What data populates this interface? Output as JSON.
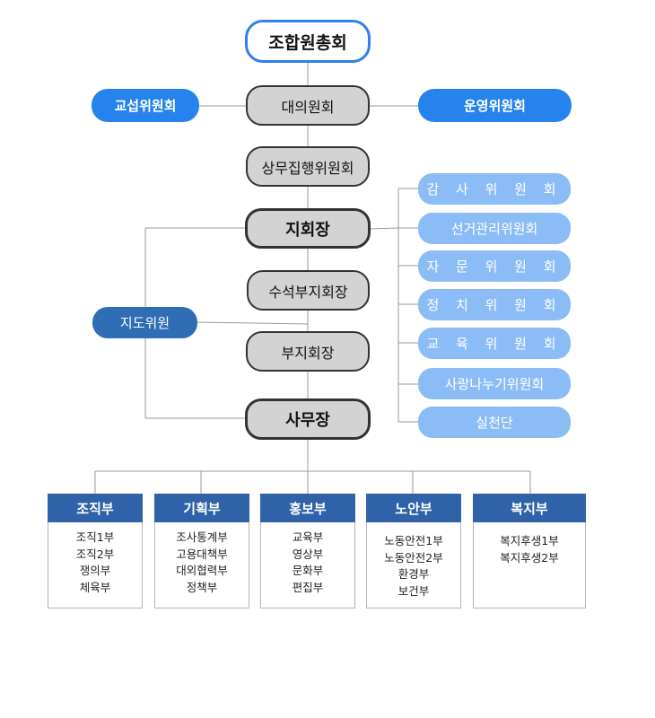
{
  "chart": {
    "top": "조합원총회",
    "delegates": "대의원회",
    "bargaining": "교섭위원회",
    "operations": "운영위원회",
    "standing_exec": "상무집행위원회",
    "branch_chief": "지회장",
    "senior_vice": "수석부지회장",
    "vice": "부지회장",
    "secretary_general": "사무장",
    "guidance": "지도위원",
    "committees": [
      "감 사 위 원 회",
      "선거관리위원회",
      "자 문 위 원 회",
      "정 치 위 원 회",
      "교 육 위 원 회",
      "사랑나누기위원회",
      "실천단"
    ],
    "departments": [
      {
        "name": "조직부",
        "items": [
          "조직1부",
          "조직2부",
          "쟁의부",
          "체육부"
        ]
      },
      {
        "name": "기획부",
        "items": [
          "조사통계부",
          "고용대책부",
          "대외협력부",
          "정책부"
        ]
      },
      {
        "name": "홍보부",
        "items": [
          "교육부",
          "영상부",
          "문화부",
          "편집부"
        ]
      },
      {
        "name": "노안부",
        "items": [
          "노동안전1부",
          "노동안전2부",
          "환경부",
          "보건부"
        ]
      },
      {
        "name": "복지부",
        "items": [
          "복지후생1부",
          "복지후생2부"
        ]
      }
    ]
  }
}
